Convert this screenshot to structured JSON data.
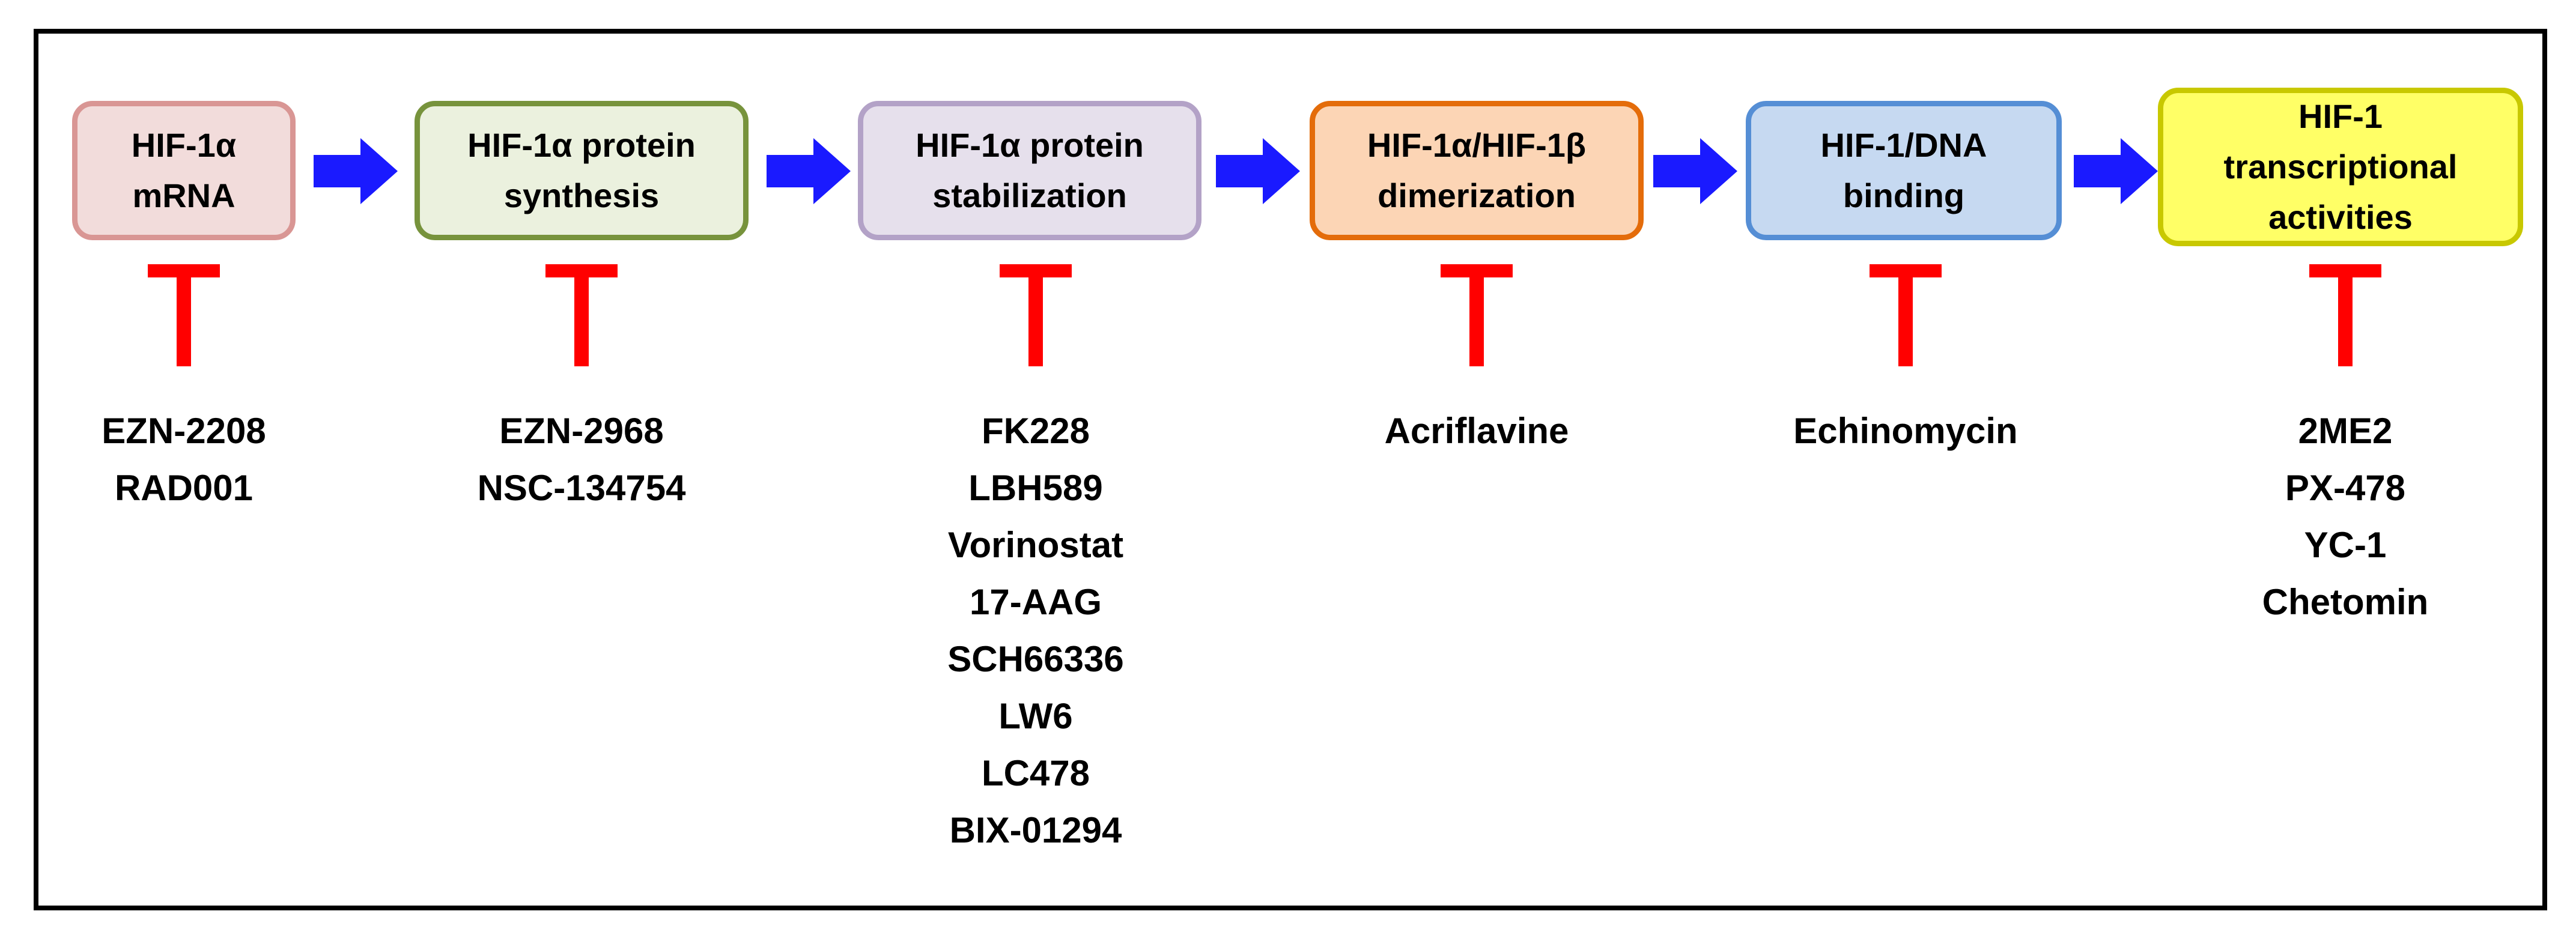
{
  "steps": [
    {
      "label": "HIF-1α\nmRNA",
      "border": "#d99694",
      "fill": "#f2dcdb"
    },
    {
      "label": "HIF-1α protein\nsynthesis",
      "border": "#77933c",
      "fill": "#ebf1de"
    },
    {
      "label": "HIF-1α protein\nstabilization",
      "border": "#b3a2c7",
      "fill": "#e6e0ec"
    },
    {
      "label": "HIF-1α/HIF-1β\ndimerization",
      "border": "#e46c0a",
      "fill": "#fcd5b5"
    },
    {
      "label": "HIF-1/DNA\nbinding",
      "border": "#558ed5",
      "fill": "#c6d9f1"
    },
    {
      "label": "HIF-1\ntranscriptional\nactivities",
      "border": "#c8c800",
      "fill": "#ffff66"
    }
  ],
  "inhibitors": [
    [
      "EZN-2208",
      "RAD001"
    ],
    [
      "EZN-2968",
      "NSC-134754"
    ],
    [
      "FK228",
      "LBH589",
      "Vorinostat",
      "17-AAG",
      "SCH66336",
      "LW6",
      "LC478",
      "BIX-01294"
    ],
    [
      "Acriflavine"
    ],
    [
      "Echinomycin"
    ],
    [
      "2ME2",
      "PX-478",
      "YC-1",
      "Chetomin"
    ]
  ],
  "colors": {
    "arrow": "#1a1aff",
    "inhibition": "#ff0000",
    "frame": "#000000"
  },
  "icons": {
    "flow": "right-arrow-icon",
    "block": "inhibition-t-icon"
  }
}
